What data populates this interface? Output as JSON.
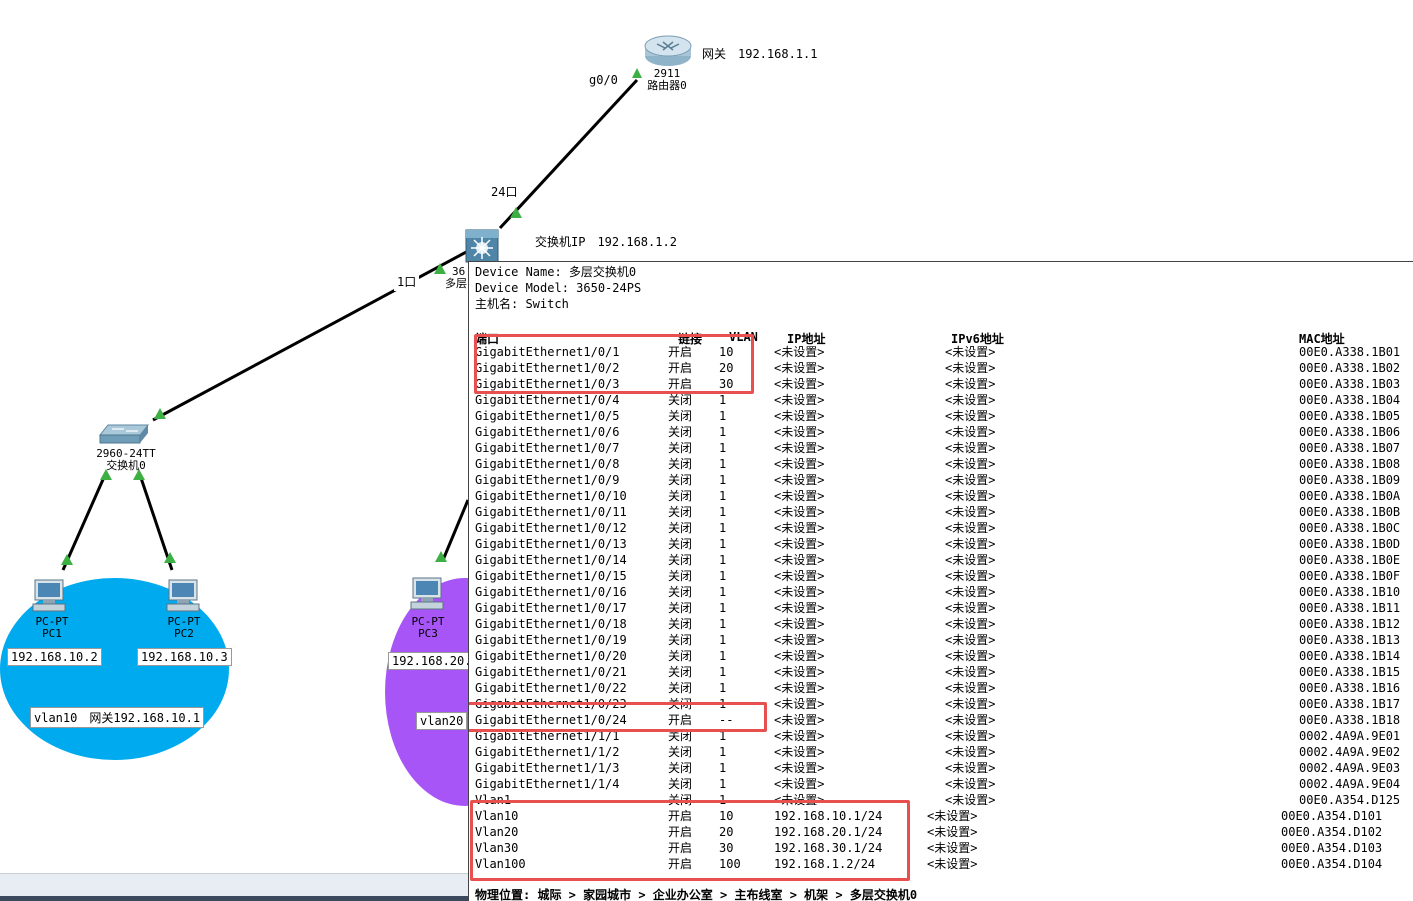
{
  "topology": {
    "router": {
      "model": "2911",
      "name": "路由器0",
      "annotation": "网关　192.168.1.1",
      "port_label": "g0/0"
    },
    "multilayer_switch": {
      "model_partial": "36",
      "name_partial": "多层",
      "annotation": "交换机IP　192.168.1.2",
      "uplink_label": "24口",
      "downlink_label": "1口"
    },
    "access_switch": {
      "model": "2960-24TT",
      "name": "交换机0"
    },
    "pcs": [
      {
        "model": "PC-PT",
        "name": "PC1",
        "ip": "192.168.10.2"
      },
      {
        "model": "PC-PT",
        "name": "PC2",
        "ip": "192.168.10.3"
      },
      {
        "model": "PC-PT",
        "name": "PC3",
        "ip": "192.168.20."
      }
    ],
    "clouds": [
      {
        "label": "vlan10　网关192.168.10.1",
        "color": "#00aaee"
      },
      {
        "label": "vlan20",
        "color": "#a855f7"
      }
    ]
  },
  "device_info": {
    "name_line": "Device Name: 多层交换机0",
    "model_line": "Device Model: 3650-24PS",
    "host_line": "主机名: Switch",
    "columns": {
      "port": "端口",
      "link": "链接",
      "vlan": "VLAN",
      "ip": "IP地址",
      "ipv6": "IPv6地址",
      "mac": "MAC地址"
    },
    "interfaces": [
      {
        "port": "GigabitEthernet1/0/1",
        "link": "开启",
        "vlan": "10",
        "ip": "<未设置>",
        "ipv6": "<未设置>",
        "mac": "00E0.A338.1B01"
      },
      {
        "port": "GigabitEthernet1/0/2",
        "link": "开启",
        "vlan": "20",
        "ip": "<未设置>",
        "ipv6": "<未设置>",
        "mac": "00E0.A338.1B02"
      },
      {
        "port": "GigabitEthernet1/0/3",
        "link": "开启",
        "vlan": "30",
        "ip": "<未设置>",
        "ipv6": "<未设置>",
        "mac": "00E0.A338.1B03"
      },
      {
        "port": "GigabitEthernet1/0/4",
        "link": "关闭",
        "vlan": "1",
        "ip": "<未设置>",
        "ipv6": "<未设置>",
        "mac": "00E0.A338.1B04"
      },
      {
        "port": "GigabitEthernet1/0/5",
        "link": "关闭",
        "vlan": "1",
        "ip": "<未设置>",
        "ipv6": "<未设置>",
        "mac": "00E0.A338.1B05"
      },
      {
        "port": "GigabitEthernet1/0/6",
        "link": "关闭",
        "vlan": "1",
        "ip": "<未设置>",
        "ipv6": "<未设置>",
        "mac": "00E0.A338.1B06"
      },
      {
        "port": "GigabitEthernet1/0/7",
        "link": "关闭",
        "vlan": "1",
        "ip": "<未设置>",
        "ipv6": "<未设置>",
        "mac": "00E0.A338.1B07"
      },
      {
        "port": "GigabitEthernet1/0/8",
        "link": "关闭",
        "vlan": "1",
        "ip": "<未设置>",
        "ipv6": "<未设置>",
        "mac": "00E0.A338.1B08"
      },
      {
        "port": "GigabitEthernet1/0/9",
        "link": "关闭",
        "vlan": "1",
        "ip": "<未设置>",
        "ipv6": "<未设置>",
        "mac": "00E0.A338.1B09"
      },
      {
        "port": "GigabitEthernet1/0/10",
        "link": "关闭",
        "vlan": "1",
        "ip": "<未设置>",
        "ipv6": "<未设置>",
        "mac": "00E0.A338.1B0A"
      },
      {
        "port": "GigabitEthernet1/0/11",
        "link": "关闭",
        "vlan": "1",
        "ip": "<未设置>",
        "ipv6": "<未设置>",
        "mac": "00E0.A338.1B0B"
      },
      {
        "port": "GigabitEthernet1/0/12",
        "link": "关闭",
        "vlan": "1",
        "ip": "<未设置>",
        "ipv6": "<未设置>",
        "mac": "00E0.A338.1B0C"
      },
      {
        "port": "GigabitEthernet1/0/13",
        "link": "关闭",
        "vlan": "1",
        "ip": "<未设置>",
        "ipv6": "<未设置>",
        "mac": "00E0.A338.1B0D"
      },
      {
        "port": "GigabitEthernet1/0/14",
        "link": "关闭",
        "vlan": "1",
        "ip": "<未设置>",
        "ipv6": "<未设置>",
        "mac": "00E0.A338.1B0E"
      },
      {
        "port": "GigabitEthernet1/0/15",
        "link": "关闭",
        "vlan": "1",
        "ip": "<未设置>",
        "ipv6": "<未设置>",
        "mac": "00E0.A338.1B0F"
      },
      {
        "port": "GigabitEthernet1/0/16",
        "link": "关闭",
        "vlan": "1",
        "ip": "<未设置>",
        "ipv6": "<未设置>",
        "mac": "00E0.A338.1B10"
      },
      {
        "port": "GigabitEthernet1/0/17",
        "link": "关闭",
        "vlan": "1",
        "ip": "<未设置>",
        "ipv6": "<未设置>",
        "mac": "00E0.A338.1B11"
      },
      {
        "port": "GigabitEthernet1/0/18",
        "link": "关闭",
        "vlan": "1",
        "ip": "<未设置>",
        "ipv6": "<未设置>",
        "mac": "00E0.A338.1B12"
      },
      {
        "port": "GigabitEthernet1/0/19",
        "link": "关闭",
        "vlan": "1",
        "ip": "<未设置>",
        "ipv6": "<未设置>",
        "mac": "00E0.A338.1B13"
      },
      {
        "port": "GigabitEthernet1/0/20",
        "link": "关闭",
        "vlan": "1",
        "ip": "<未设置>",
        "ipv6": "<未设置>",
        "mac": "00E0.A338.1B14"
      },
      {
        "port": "GigabitEthernet1/0/21",
        "link": "关闭",
        "vlan": "1",
        "ip": "<未设置>",
        "ipv6": "<未设置>",
        "mac": "00E0.A338.1B15"
      },
      {
        "port": "GigabitEthernet1/0/22",
        "link": "关闭",
        "vlan": "1",
        "ip": "<未设置>",
        "ipv6": "<未设置>",
        "mac": "00E0.A338.1B16"
      },
      {
        "port": "GigabitEthernet1/0/23",
        "link": "关闭",
        "vlan": "1",
        "ip": "<未设置>",
        "ipv6": "<未设置>",
        "mac": "00E0.A338.1B17"
      },
      {
        "port": "GigabitEthernet1/0/24",
        "link": "开启",
        "vlan": "--",
        "ip": "<未设置>",
        "ipv6": "<未设置>",
        "mac": "00E0.A338.1B18"
      },
      {
        "port": "GigabitEthernet1/1/1",
        "link": "关闭",
        "vlan": "1",
        "ip": "<未设置>",
        "ipv6": "<未设置>",
        "mac": "0002.4A9A.9E01"
      },
      {
        "port": "GigabitEthernet1/1/2",
        "link": "关闭",
        "vlan": "1",
        "ip": "<未设置>",
        "ipv6": "<未设置>",
        "mac": "0002.4A9A.9E02"
      },
      {
        "port": "GigabitEthernet1/1/3",
        "link": "关闭",
        "vlan": "1",
        "ip": "<未设置>",
        "ipv6": "<未设置>",
        "mac": "0002.4A9A.9E03"
      },
      {
        "port": "GigabitEthernet1/1/4",
        "link": "关闭",
        "vlan": "1",
        "ip": "<未设置>",
        "ipv6": "<未设置>",
        "mac": "0002.4A9A.9E04"
      },
      {
        "port": "Vlan1",
        "link": "关闭",
        "vlan": "1",
        "ip": "<未设置>",
        "ipv6": "<未设置>",
        "mac": "00E0.A354.D125"
      }
    ],
    "vlan_interfaces": [
      {
        "port": "Vlan10",
        "link": "开启",
        "vlan": "10",
        "ip": "192.168.10.1/24",
        "ipv6": "<未设置>",
        "mac": "00E0.A354.D101"
      },
      {
        "port": "Vlan20",
        "link": "开启",
        "vlan": "20",
        "ip": "192.168.20.1/24",
        "ipv6": "<未设置>",
        "mac": "00E0.A354.D102"
      },
      {
        "port": "Vlan30",
        "link": "开启",
        "vlan": "30",
        "ip": "192.168.30.1/24",
        "ipv6": "<未设置>",
        "mac": "00E0.A354.D103"
      },
      {
        "port": "Vlan100",
        "link": "开启",
        "vlan": "100",
        "ip": "192.168.1.2/24",
        "ipv6": "<未设置>",
        "mac": "00E0.A354.D104"
      }
    ],
    "location_line": "物理位置: 城际 > 家园城市 > 企业办公室 > 主布线室 > 机架 > 多层交换机0"
  },
  "colors": {
    "highlight_box": "#e8504f",
    "link_up": "#3cb043",
    "cable": "#000000"
  }
}
